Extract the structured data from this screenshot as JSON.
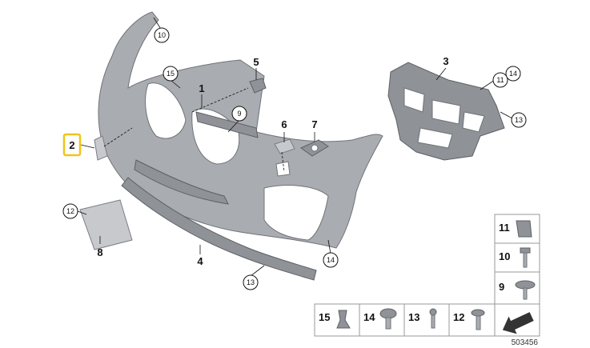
{
  "callouts": {
    "c1": "1",
    "c2": "2",
    "c3": "3",
    "c4": "4",
    "c5": "5",
    "c6": "6",
    "c7": "7",
    "c8": "8",
    "c9": "9",
    "c10": "10",
    "c11": "11",
    "c12": "12",
    "c13a": "13",
    "c13b": "13",
    "c14a": "14",
    "c14b": "14",
    "c15": "15"
  },
  "legend": {
    "n11": "11",
    "n10": "10",
    "n9": "9",
    "n15": "15",
    "n14": "14",
    "n13": "13",
    "n12": "12"
  },
  "doc_number": "503456",
  "colors": {
    "highlight": "#f0c419",
    "part": "#a9acb0"
  }
}
